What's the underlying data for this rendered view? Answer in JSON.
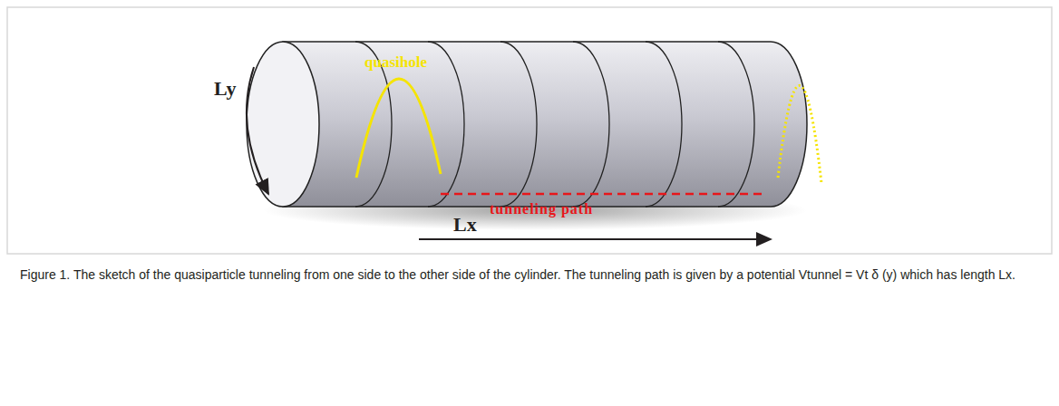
{
  "diagram": {
    "caption": "Figure 1. The sketch of the quasiparticle tunneling from one side to the other side of the cylinder. The tunneling path is given by a potential Vtunnel = Vt δ (y) which has length Lx.",
    "labels": [
      "quasihole",
      "Ly",
      "tunneling path",
      "Lx"
    ]
  }
}
